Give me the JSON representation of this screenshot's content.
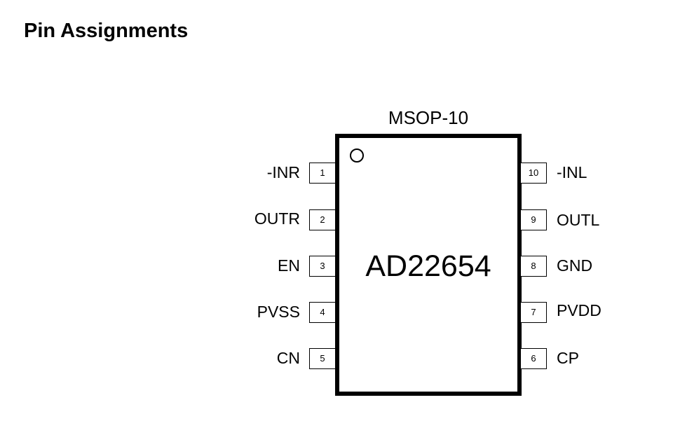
{
  "heading": "Pin Assignments",
  "package": "MSOP-10",
  "part_number": "AD22654",
  "pins_left": [
    {
      "number": "1",
      "name": "-INR"
    },
    {
      "number": "2",
      "name": "OUTR"
    },
    {
      "number": "3",
      "name": "EN"
    },
    {
      "number": "4",
      "name": "PVSS"
    },
    {
      "number": "5",
      "name": "CN"
    }
  ],
  "pins_right": [
    {
      "number": "10",
      "name": "-INL"
    },
    {
      "number": "9",
      "name": "OUTL"
    },
    {
      "number": "8",
      "name": "GND"
    },
    {
      "number": "7",
      "name": "PVDD"
    },
    {
      "number": "6",
      "name": "CP"
    }
  ]
}
